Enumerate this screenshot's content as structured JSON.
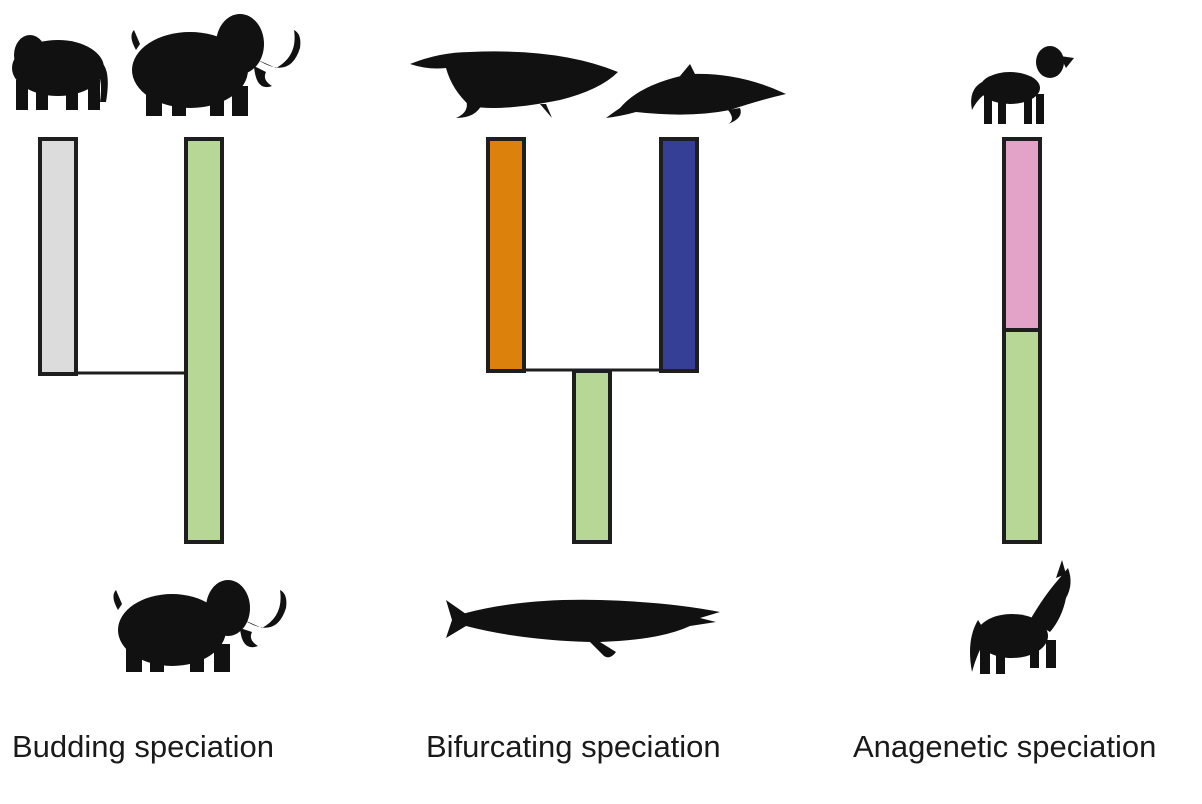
{
  "colors": {
    "outline": "#1e1e1e",
    "silhouette": "#111111",
    "grey": "#dcdcdc",
    "green": "#b7d796",
    "orange": "#dc820c",
    "navy": "#353f95",
    "pink": "#e3a3c9"
  },
  "panels": [
    {
      "caption": "Budding speciation",
      "icons_top": [
        "elephant-icon",
        "mammoth-icon"
      ],
      "icon_bottom": "mammoth-icon"
    },
    {
      "caption": "Bifurcating speciation",
      "icons_top": [
        "whale-icon",
        "dolphin-icon"
      ],
      "icon_bottom": "ancestral-whale-icon"
    },
    {
      "caption": "Anagenetic speciation",
      "icons_top": [
        "dog-icon"
      ],
      "icon_bottom": "wolf-icon"
    }
  ]
}
